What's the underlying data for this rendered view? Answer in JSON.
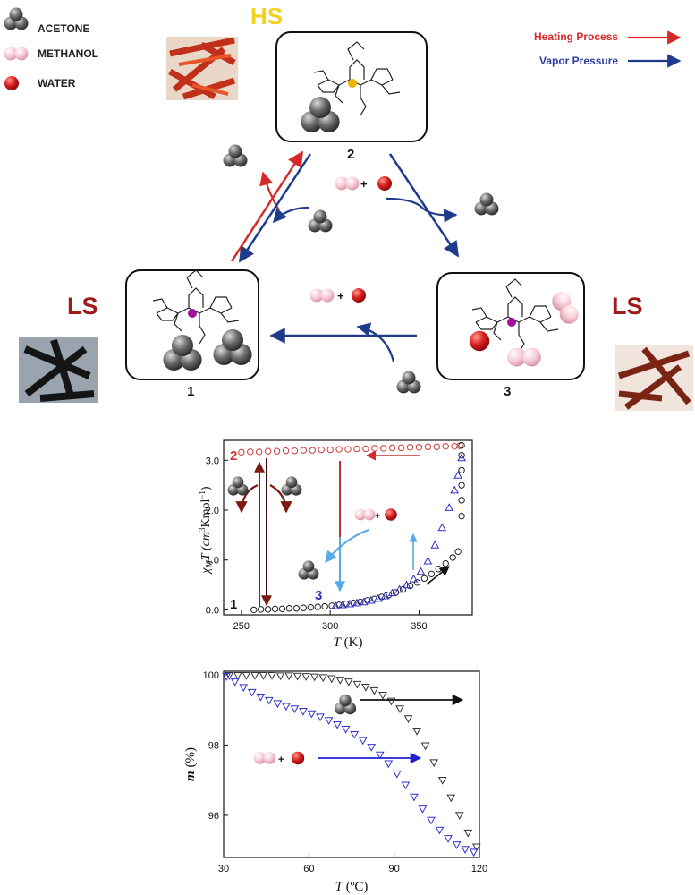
{
  "legend": {
    "items": [
      {
        "label": "ACETONE",
        "icon": "acetone-molecule-icon"
      },
      {
        "label": "METHANOL",
        "icon": "methanol-molecule-icon"
      },
      {
        "label": "WATER",
        "icon": "water-molecule-icon"
      }
    ],
    "arrows": [
      {
        "label": "Heating Process",
        "color": "#d62a2a"
      },
      {
        "label": "Vapor Pressure",
        "color": "#1f3c8c"
      }
    ]
  },
  "states": {
    "hs_label": "HS",
    "ls_left_label": "LS",
    "ls_right_label": "LS",
    "box_labels": [
      "2",
      "1",
      "3"
    ]
  },
  "colors": {
    "hs": "#f2d21e",
    "ls": "#9c1c1c",
    "acetone": "#5a5a5a",
    "methanol": "#f5c6d2",
    "water": "#d42020",
    "heating": "#d62a2a",
    "vapor": "#1f3c8c"
  },
  "chart_data": [
    {
      "type": "scatter",
      "xlim": [
        240,
        380
      ],
      "ylim": [
        -0.1,
        3.4
      ],
      "xticks": [
        "250",
        "300",
        "350"
      ],
      "yticks": [
        "0.0",
        "1.0",
        "2.0",
        "3.0"
      ],
      "ylabel_parts": [
        "χ",
        "M",
        "T (cm",
        "3",
        "Kmol",
        "−1",
        ")"
      ],
      "xlabel_parts": [
        "T",
        " (K)"
      ],
      "series": [
        {
          "marker": "circle-open",
          "color": "#cc3a3a",
          "x": [
            250,
            255,
            260,
            265,
            270,
            275,
            280,
            285,
            290,
            295,
            300,
            305,
            310,
            315,
            320,
            325,
            330,
            335,
            340,
            345,
            350,
            355,
            360,
            365,
            370,
            373
          ],
          "y": [
            3.16,
            3.17,
            3.17,
            3.18,
            3.18,
            3.19,
            3.19,
            3.2,
            3.2,
            3.21,
            3.21,
            3.22,
            3.22,
            3.23,
            3.23,
            3.24,
            3.24,
            3.25,
            3.25,
            3.26,
            3.26,
            3.27,
            3.27,
            3.28,
            3.28,
            3.29
          ]
        },
        {
          "marker": "circle-open",
          "color": "#222222",
          "x": [
            257,
            261,
            265,
            269,
            273,
            277,
            281,
            285,
            289,
            293,
            297,
            301,
            305,
            309,
            313,
            317,
            321,
            325,
            329,
            333,
            337,
            341,
            345,
            349,
            353,
            357,
            361,
            365,
            369,
            372,
            374,
            374,
            374,
            374,
            374,
            374
          ],
          "y": [
            0.0,
            0.01,
            0.01,
            0.02,
            0.02,
            0.03,
            0.03,
            0.04,
            0.05,
            0.06,
            0.07,
            0.08,
            0.1,
            0.12,
            0.14,
            0.16,
            0.19,
            0.22,
            0.26,
            0.3,
            0.35,
            0.41,
            0.48,
            0.55,
            0.63,
            0.72,
            0.82,
            0.93,
            1.05,
            1.17,
            1.88,
            2.2,
            2.5,
            2.8,
            3.1,
            3.3
          ]
        },
        {
          "marker": "triangle-open",
          "color": "#2f2fc8",
          "x": [
            303,
            307,
            311,
            315,
            319,
            323,
            327,
            331,
            335,
            339,
            343,
            347,
            351,
            355,
            359,
            363,
            367,
            370,
            372,
            374
          ],
          "y": [
            0.08,
            0.1,
            0.12,
            0.14,
            0.16,
            0.19,
            0.23,
            0.28,
            0.34,
            0.41,
            0.5,
            0.62,
            0.77,
            0.98,
            1.3,
            1.65,
            2.05,
            2.4,
            2.7,
            3.05
          ]
        }
      ],
      "annotations": [
        "1",
        "2",
        "3"
      ]
    },
    {
      "type": "scatter",
      "xlim": [
        30,
        120
      ],
      "ylim": [
        94.8,
        100.1
      ],
      "xticks": [
        "30",
        "60",
        "90",
        "120"
      ],
      "yticks": [
        "96",
        "98",
        "100"
      ],
      "ylabel_parts": [
        "m",
        " (%)"
      ],
      "xlabel_parts": [
        "T",
        " (ºC)"
      ],
      "series": [
        {
          "marker": "triangle-down-open",
          "color": "#333333",
          "x": [
            32,
            35,
            38,
            41,
            44,
            47,
            50,
            53,
            56,
            59,
            62,
            65,
            68,
            71,
            74,
            77,
            80,
            83,
            86,
            89,
            92,
            95,
            98,
            101,
            104,
            107,
            110,
            113,
            116,
            119
          ],
          "y": [
            99.98,
            99.98,
            99.98,
            99.98,
            99.98,
            99.98,
            99.97,
            99.97,
            99.96,
            99.95,
            99.94,
            99.92,
            99.89,
            99.85,
            99.8,
            99.73,
            99.65,
            99.55,
            99.42,
            99.25,
            99.03,
            98.75,
            98.4,
            97.98,
            97.5,
            97.0,
            96.5,
            96.0,
            95.5,
            95.1
          ]
        },
        {
          "marker": "triangle-down-open",
          "color": "#3030d0",
          "x": [
            31,
            34,
            37,
            40,
            43,
            46,
            49,
            52,
            55,
            58,
            61,
            64,
            67,
            70,
            73,
            76,
            79,
            82,
            85,
            88,
            91,
            94,
            97,
            100,
            103,
            106,
            109,
            112,
            115,
            118
          ],
          "y": [
            99.95,
            99.8,
            99.64,
            99.5,
            99.37,
            99.27,
            99.18,
            99.1,
            99.03,
            98.96,
            98.89,
            98.8,
            98.7,
            98.58,
            98.45,
            98.3,
            98.13,
            97.94,
            97.72,
            97.47,
            97.18,
            96.86,
            96.52,
            96.18,
            95.86,
            95.58,
            95.34,
            95.16,
            95.03,
            94.95
          ]
        }
      ]
    }
  ]
}
